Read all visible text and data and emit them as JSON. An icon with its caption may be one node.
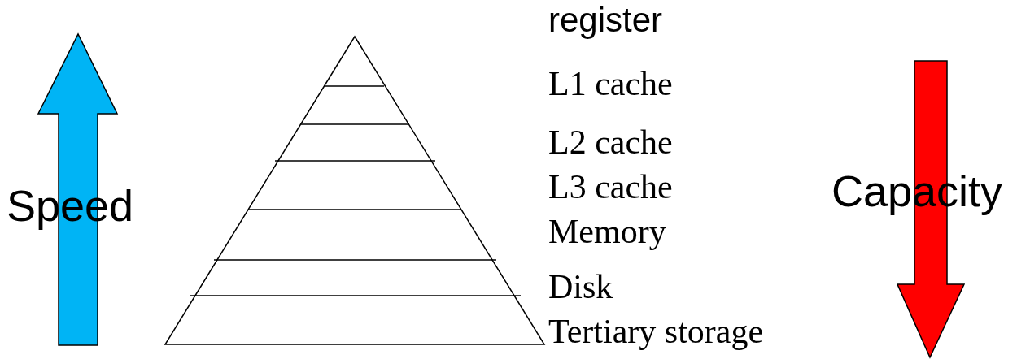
{
  "diagram": {
    "labels": [
      "Speed",
      "register",
      "L1 cache",
      "L2 cache",
      "L3 cache",
      "Memory",
      "Disk",
      "Tertiary storage",
      "Capacity"
    ]
  }
}
